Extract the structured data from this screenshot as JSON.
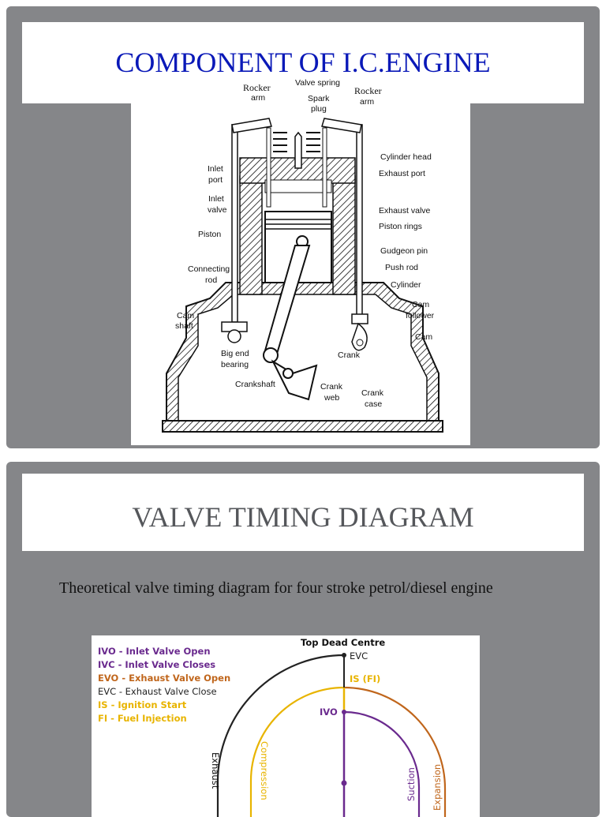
{
  "slide1": {
    "title": "COMPONENT OF I.C.ENGINE",
    "diagram_labels": {
      "rocker_arm_left_1": "Rocker",
      "rocker_arm_left_2": "arm",
      "valve_spring": "Valve spring",
      "spark_plug_1": "Spark",
      "spark_plug_2": "plug",
      "rocker_arm_right_1": "Rocker",
      "rocker_arm_right_2": "arm",
      "cylinder_head": "Cylinder head",
      "inlet_port_1": "Inlet",
      "inlet_port_2": "port",
      "exhaust_port": "Exhaust port",
      "inlet_valve_1": "Inlet",
      "inlet_valve_2": "valve",
      "exhaust_valve": "Exhaust valve",
      "piston_rings": "Piston rings",
      "piston": "Piston",
      "gudgeon_pin": "Gudgeon pin",
      "connecting_rod_1": "Connecting",
      "connecting_rod_2": "rod",
      "push_rod": "Push rod",
      "cylinder": "Cylinder",
      "cam_shaft_1": "Cam",
      "cam_shaft_2": "shaft",
      "cam_follower_1": "Cam",
      "cam_follower_2": "follower",
      "cam": "Cam",
      "big_end_bearing_1": "Big end",
      "big_end_bearing_2": "bearing",
      "crank": "Crank",
      "crankshaft": "Crankshaft",
      "crank_web_1": "Crank",
      "crank_web_2": "web",
      "crank_case_1": "Crank",
      "crank_case_2": "case"
    }
  },
  "slide2": {
    "title": "VALVE TIMING DIAGRAM",
    "caption": "Theoretical valve timing diagram for four stroke petrol/diesel engine",
    "diagram": {
      "top_label": "Top Dead Centre",
      "evc": "EVC",
      "is_fi": "IS (FI)",
      "ivo": "IVO",
      "exhaust": "Exhaust",
      "compression": "Compression",
      "suction": "Suction",
      "expansion": "Expansion",
      "legend": [
        {
          "text": "IVO -  Inlet Valve Open",
          "color": "#6a2a8e"
        },
        {
          "text": "IVC - Inlet Valve Closes",
          "color": "#6a2a8e"
        },
        {
          "text": "EVO - Exhaust Valve Open",
          "color": "#c0661c"
        },
        {
          "text": "EVC - Exhaust Valve Close",
          "color": "#222222"
        },
        {
          "text": "IS - Ignition Start",
          "color": "#e8b400"
        },
        {
          "text": "FI - Fuel Injection",
          "color": "#e8b400"
        }
      ],
      "colors": {
        "inlet": "#6a2a8e",
        "exhaust_open": "#c0661c",
        "exhaust_close": "#222222",
        "ignition": "#e8b400"
      }
    }
  }
}
